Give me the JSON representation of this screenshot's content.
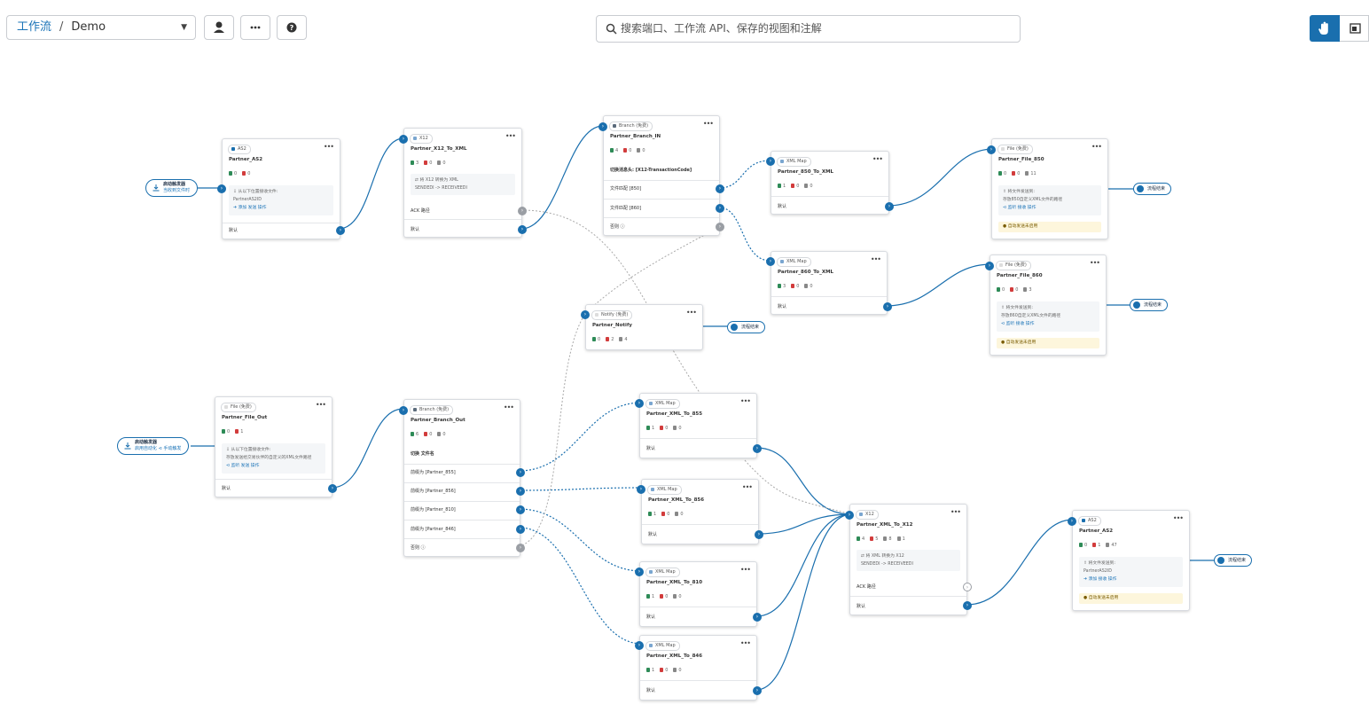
{
  "header": {
    "breadcrumb_root": "工作流",
    "breadcrumb_sep": "/",
    "breadcrumb_current": "Demo",
    "search_placeholder": "搜索端口、工作流 API、保存的视图和注解"
  },
  "colors": {
    "accent": "#1a6fae",
    "link": "#1a73b7",
    "warning_bg": "#fdf6dc"
  },
  "icons": [
    "chevron-down-icon",
    "user-icon",
    "more-icon",
    "help-icon",
    "search-icon",
    "hand-icon",
    "minimap-icon",
    "download-icon",
    "check-circle-icon"
  ],
  "triggers": [
    {
      "title": "启动触发器",
      "sub": "当收到文件时"
    },
    {
      "title": "启动触发器",
      "sub": "启用自动化 ⊲ 手动触发"
    }
  ],
  "end_label": "流程结束",
  "nodes": {
    "as2_in": {
      "tag": "AS2",
      "title": "Partner_AS2",
      "stats": [
        "0",
        "0"
      ],
      "box1": "⇩ 从以下位置接收文件:",
      "box2": "PartnerAS2ID",
      "box3": "➜ 添加 发送 操作",
      "out": "默认"
    },
    "x12_in": {
      "tag": "X12",
      "title": "Partner_X12_To_XML",
      "stats": [
        "3",
        "0",
        "0"
      ],
      "box1": "⇄ 将 X12 转换为 XML",
      "box2": "SENDEDI -> RECEIVEEDI",
      "ack": "ACK 路径",
      "out": "默认"
    },
    "branch_in": {
      "tag": "Branch (免费)",
      "title": "Partner_Branch_IN",
      "stats": [
        "4",
        "0",
        "0"
      ],
      "rule": "切换消息头: [X12-TransactionCode]",
      "c1": "文件匹配 [850]",
      "c2": "文件匹配 [860]",
      "other": "否则 ⓘ"
    },
    "map850": {
      "tag": "XML Map",
      "title": "Partner_850_To_XML",
      "stats": [
        "1",
        "0",
        "0"
      ],
      "out": "默认"
    },
    "map860": {
      "tag": "XML Map",
      "title": "Partner_860_To_XML",
      "stats": [
        "3",
        "0",
        "0"
      ],
      "out": "默认"
    },
    "file850": {
      "tag": "File (免费)",
      "title": "Partner_File_850",
      "stats": [
        "0",
        "0",
        "11"
      ],
      "box1": "⇧ 将文件发送到:",
      "box2": "存放850自定义XML文件的路径",
      "box3": "⊲ 监听 接收 操作",
      "warn": "● 自动发送未启用"
    },
    "file860": {
      "tag": "File (免费)",
      "title": "Partner_File_860",
      "stats": [
        "0",
        "0",
        "3"
      ],
      "box1": "⇧ 将文件发送到:",
      "box2": "存放860自定义XML文件的路径",
      "box3": "⊲ 监听 接收 操作",
      "warn": "● 自动发送未启用"
    },
    "notify": {
      "tag": "Notify (免费)",
      "title": "Partner_Notify",
      "stats": [
        "0",
        "2",
        "4"
      ]
    },
    "file_out": {
      "tag": "File (免费)",
      "title": "Partner_File_Out",
      "stats": [
        "0",
        "1"
      ],
      "box1": "⇩ 从以下位置接收文件:",
      "box2": "存放发送给交易伙伴的自定义的XML文件路径",
      "box3": "⊲ 监听 发送 操作",
      "out": "默认"
    },
    "branch_out": {
      "tag": "Branch (免费)",
      "title": "Partner_Branch_Out",
      "stats": [
        "6",
        "0",
        "0"
      ],
      "rule": "切换 文件名",
      "c1": "前缀为 [Partner_855]",
      "c2": "前缀为 [Partner_856]",
      "c3": "前缀为 [Partner_810]",
      "c4": "前缀为 [Partner_846]",
      "other": "否则 ⓘ"
    },
    "map855": {
      "tag": "XML Map",
      "title": "Partner_XML_To_855",
      "stats": [
        "1",
        "0",
        "0"
      ],
      "out": "默认"
    },
    "map856": {
      "tag": "XML Map",
      "title": "Partner_XML_To_856",
      "stats": [
        "1",
        "0",
        "0"
      ],
      "out": "默认"
    },
    "map810": {
      "tag": "XML Map",
      "title": "Partner_XML_To_810",
      "stats": [
        "1",
        "0",
        "0"
      ],
      "out": "默认"
    },
    "map846": {
      "tag": "XML Map",
      "title": "Partner_XML_To_846",
      "stats": [
        "1",
        "0",
        "0"
      ],
      "out": "默认"
    },
    "x12_out": {
      "tag": "X12",
      "title": "Partner_XML_To_X12",
      "stats": [
        "4",
        "5",
        "8",
        "1"
      ],
      "box1": "⇄ 将 XML 转换为 X12",
      "box2": "SENDEDI -> RECEIVEEDI",
      "ack": "ACK 路径",
      "out": "默认"
    },
    "as2_out": {
      "tag": "AS2",
      "title": "Partner_AS2",
      "stats": [
        "0",
        "1",
        "47"
      ],
      "box1": "⇧ 将文件发送到:",
      "box2": "PartnerAS2ID",
      "box3": "➜ 添加 接收 操作",
      "warn": "● 自动发送未启用"
    }
  }
}
